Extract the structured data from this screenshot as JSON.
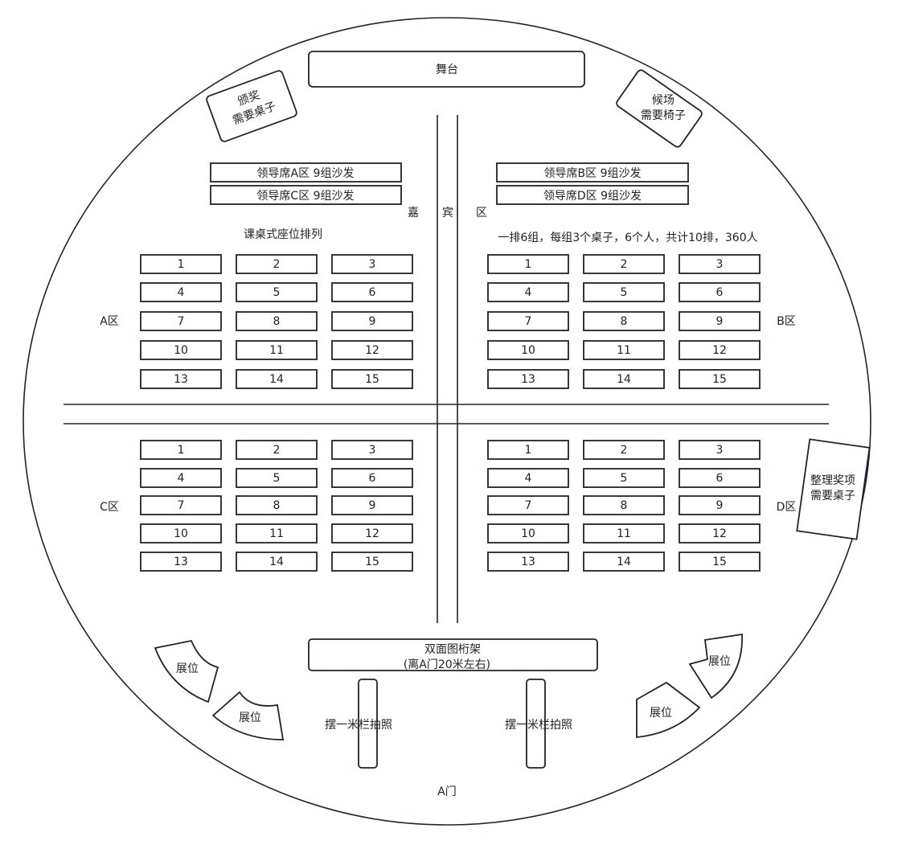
{
  "stage": "舞台",
  "award": {
    "line1": "颁奖",
    "line2": "需要桌子"
  },
  "waiting": {
    "line1": "候场",
    "line2": "需要椅子"
  },
  "leaders": [
    "领导席A区 9组沙发",
    "领导席C区 9组沙发",
    "领导席B区 9组沙发",
    "领导席D区 9组沙发"
  ],
  "guest": [
    "嘉",
    "宾",
    "区"
  ],
  "layout_label": "课桌式座位排列",
  "summary": "一排6组，每组3个桌子，6个人，共计10排，360人",
  "zones": {
    "a": "A区",
    "b": "B区",
    "c": "C区",
    "d": "D区"
  },
  "tables": {
    "a": [
      "1",
      "2",
      "3",
      "4",
      "5",
      "6",
      "7",
      "8",
      "9",
      "10",
      "11",
      "12",
      "13",
      "14",
      "15"
    ],
    "b": [
      "1",
      "2",
      "3",
      "4",
      "5",
      "6",
      "7",
      "8",
      "9",
      "10",
      "11",
      "12",
      "13",
      "14",
      "15"
    ],
    "c": [
      "1",
      "2",
      "3",
      "4",
      "5",
      "6",
      "7",
      "8",
      "9",
      "10",
      "11",
      "12",
      "13",
      "14",
      "15"
    ],
    "d": [
      "1",
      "2",
      "3",
      "4",
      "5",
      "6",
      "7",
      "8",
      "9",
      "10",
      "11",
      "12",
      "13",
      "14",
      "15"
    ]
  },
  "sorting": {
    "line1": "整理奖项",
    "line2": "需要桌子"
  },
  "truss": {
    "line1": "双面图桁架",
    "line2": "(离A门20米左右)"
  },
  "photo": [
    "摆一米栏拍照",
    "摆一米栏拍照"
  ],
  "booth": [
    "展位",
    "展位",
    "展位",
    "展位"
  ],
  "door": "A门"
}
